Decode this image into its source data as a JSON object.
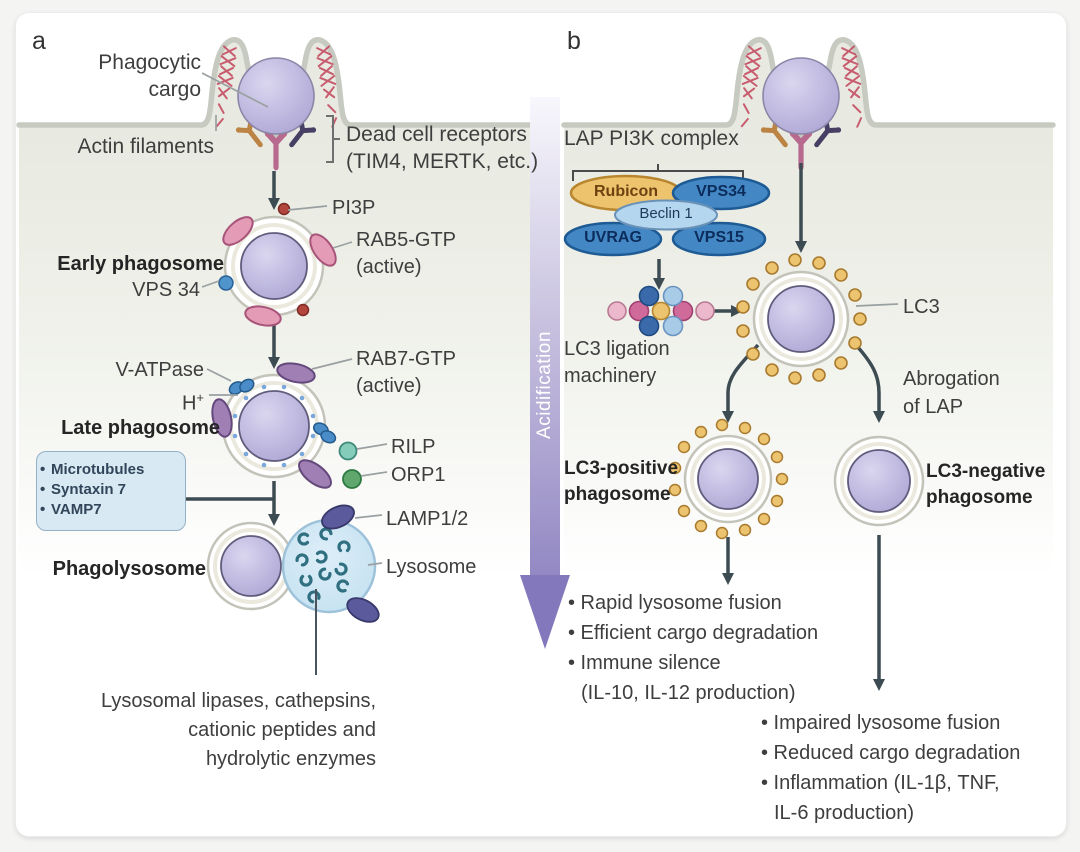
{
  "panel_a": {
    "panel_label": "a",
    "cargo_label": "Phagocytic\ncargo",
    "actin_label": "Actin filaments",
    "receptors_label": "Dead cell receptors\n(TIM4, MERTK, etc.)",
    "pi3p_label": "PI3P",
    "rab5_label": "RAB5-GTP\n(active)",
    "early_phagosome_label": "Early phagosome",
    "vps34_label": "VPS 34",
    "v_atpase_label": "V-ATPase",
    "h_label": "H",
    "h_sup": "+",
    "late_phagosome_label": "Late phagosome",
    "rab7_label": "RAB7-GTP\n(active)",
    "rilp_label": "RILP",
    "orp1_label": "ORP1",
    "fusion_box": [
      "Microtubules",
      "Syntaxin 7",
      "VAMP7"
    ],
    "phagolysosome_label": "Phagolysosome",
    "lamp_label": "LAMP1/2",
    "lysosome_label": "Lysosome",
    "enzymes_label": "Lysosomal lipases, cathepsins,\ncationic peptides and\nhydrolytic enzymes",
    "acidification_label": "Acidification"
  },
  "panel_b": {
    "panel_label": "b",
    "pi3k_complex_label": "LAP PI3K complex",
    "complex": {
      "rubicon": "Rubicon",
      "vps34": "VPS34",
      "beclin": "Beclin 1",
      "uvrag": "UVRAG",
      "vps15": "VPS15"
    },
    "ligation_label": "LC3 ligation\nmachinery",
    "lc3_label": "LC3",
    "abrogation_label": "Abrogation\nof LAP",
    "lc3_positive_label": "LC3-positive\nphagosome",
    "lc3_negative_label": "LC3-negative\nphagosome",
    "positive_outcomes": [
      "• Rapid lysosome fusion",
      "• Efficient cargo degradation",
      "• Immune silence",
      "(IL-10, IL-12 production)"
    ],
    "negative_outcomes": [
      "• Impaired lysosome fusion",
      "• Reduced cargo degradation",
      "• Inflammation (IL-1β, TNF,",
      "IL-6 production)"
    ]
  },
  "colors": {
    "acidification_purple": "#8478bc",
    "rubicon_fill": "#eec36e",
    "blue_oval_fill": "#4388c4",
    "beclin_fill": "#b4d6ee",
    "lc3_dot_yellow": "#ecc36e",
    "rab5_pink": "#e49cb6",
    "rab7_purple": "#a080b4",
    "v_atpase_blue": "#4a8cc8",
    "rilp_teal": "#86ccba",
    "orp1_green": "#5ea86e",
    "lysosome_blue": "#c8e2f2",
    "lamp_navy": "#5a5a9c",
    "arrow_dark": "#3d4b52",
    "cargo_lavender": "#bcb6de"
  }
}
